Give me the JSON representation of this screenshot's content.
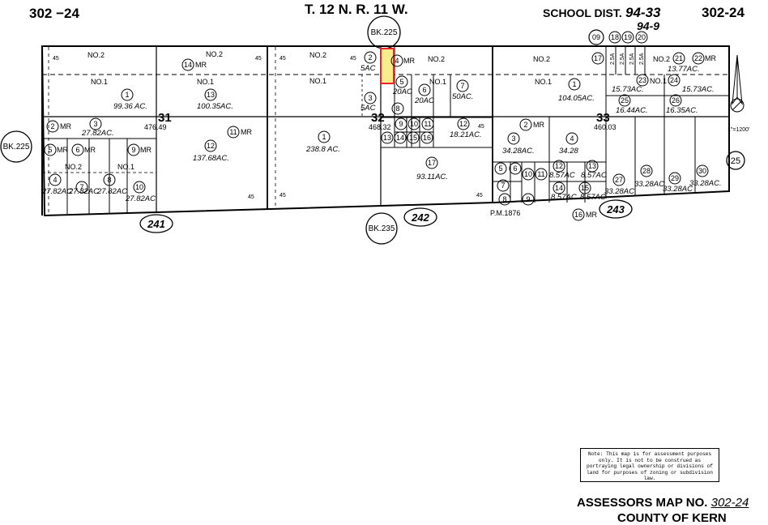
{
  "header": {
    "corner_left": "302 −24",
    "corner_right": "302-24",
    "township": "T. 12 N. R. 11 W.",
    "school_dist_label": "SCHOOL DIST.",
    "school_dist_value": "94-33",
    "school_dist_value2": "94-9",
    "book_top": "BK.225",
    "book_left": "BK.225"
  },
  "sections": [
    {
      "num": "31",
      "area": "476.49"
    },
    {
      "num": "32",
      "area": "468.32"
    },
    {
      "num": "33",
      "area": "460.03"
    }
  ],
  "labels": {
    "no1": "NO.1",
    "no2": "NO.2",
    "mr": "MR",
    "n45": "45",
    "s31_p1": "1",
    "s31_p1_ac": "99.36 AC.",
    "s31_p13": "13",
    "s31_p13_ac": "100.35AC.",
    "s31_p14": "14",
    "s31_p12": "12",
    "s31_p12_ac": "137.68AC.",
    "s31_p11": "11",
    "s31_p2": "2",
    "s31_p3": "3",
    "s31_p3_ac": "27.82AC.",
    "s31_p5": "5",
    "s31_p6": "6",
    "s31_p9": "9",
    "s31_p4": "4",
    "s31_p7": "7",
    "s31_p8": "8",
    "s31_p10": "10",
    "ac2782": "27.82AC",
    "s32_p1": "1",
    "s32_p1_ac": "238.8 AC.",
    "s32_p2": "2",
    "s32_p3": "3",
    "ac5": "5AC",
    "s32_p4": "4",
    "s32_p5": "5",
    "s32_p6": "6",
    "ac20": "20AC",
    "s32_p7": "7",
    "s32_p7_ac": "50AC.",
    "s32_p8": "8",
    "s32_p9": "9",
    "s32_p10": "10",
    "s32_p11": "11",
    "s32_p12": "12",
    "s32_p12_ac": "18.21AC.",
    "s32_p13": "13",
    "s32_p14": "14",
    "s32_p15": "15",
    "s32_p16": "16",
    "s32_p17": "17",
    "s32_p17_ac": "93.11AC.",
    "s33_p1": "1",
    "s33_p1_ac": "104.05AC.",
    "s33_p17": "17",
    "s33_p18": "18",
    "s33_p19": "19",
    "s33_p20": "20",
    "s33_p09": "09",
    "ac25": "2.5A",
    "s33_p21": "21",
    "s33_p22": "22",
    "s33_p21_ac": "13.77AC.",
    "s33_p23": "23",
    "s33_p24": "24",
    "ac1573": "15.73AC.",
    "s33_p25": "25",
    "s33_p25_ac": "16.44AC.",
    "s33_p26": "26",
    "s33_p26_ac": "16.35AC.",
    "s33_p2": "2",
    "s33_p3": "3",
    "s33_p3_ac": "34.28AC.",
    "s33_p4": "4",
    "s33_p4_ac": "34.28",
    "s33_p5": "5",
    "s33_p6": "6",
    "s33_p7": "7",
    "s33_p8": "8",
    "s33_p9": "9",
    "s33_p10": "10",
    "s33_p11": "11",
    "s33_p12": "12",
    "s33_p13": "13",
    "s33_p14": "14",
    "s33_p15": "15",
    "ac857": "8.57AC",
    "s33_p16": "16",
    "s33_p27": "27",
    "s33_p28": "28",
    "s33_p29": "29",
    "s33_p30": "30",
    "ac3328": "33.28AC",
    "ac3328b": "33.28AC.",
    "pm": "P.M.1876",
    "book_bottom": "BK.235",
    "map241": "241",
    "map242": "242",
    "map243": "243",
    "map25": "25",
    "scale": "1\"=1200'"
  },
  "footer": {
    "note": "Note: This map is for assessment purposes only. It is not to be construed as portraying legal ownership or divisions of land for purposes of zoning or subdivision law.",
    "map_label": "ASSESSORS MAP NO.",
    "map_number": "302-24",
    "county": "COUNTY OF KERN"
  },
  "colors": {
    "highlight": "#e8262a",
    "highlight_fill": "#f7ec8c"
  }
}
